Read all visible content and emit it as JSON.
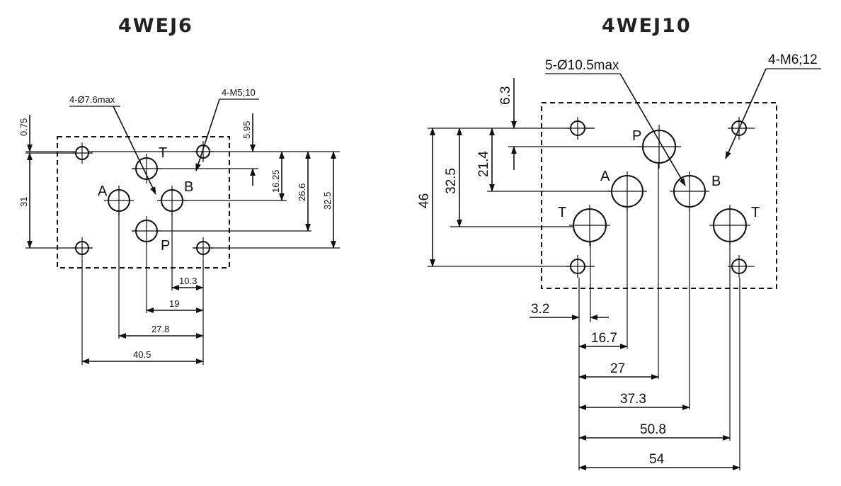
{
  "left": {
    "title": "4WEJ6",
    "ports": {
      "a": "A",
      "b": "B",
      "p": "P",
      "t": "T"
    },
    "callouts": {
      "holes": "4-Ø7.6max",
      "threads": "4-M5;10"
    },
    "dims": {
      "d075": "0.75",
      "d31": "31",
      "d595": "5.95",
      "d1625": "16.25",
      "d266": "26.6",
      "d325": "32.5",
      "d103": "10.3",
      "d19": "19",
      "d278": "27.8",
      "d405": "40.5"
    }
  },
  "right": {
    "title": "4WEJ10",
    "ports": {
      "p": "P",
      "a": "A",
      "b": "B",
      "t1": "T",
      "t2": "T"
    },
    "callouts": {
      "holes": "5-Ø10.5max",
      "threads": "4-M6;12"
    },
    "dims": {
      "d63": "6.3",
      "d214": "21.4",
      "d325": "32.5",
      "d46": "46",
      "d32": "3.2",
      "d167": "16.7",
      "d27": "27",
      "d373": "37.3",
      "d508": "50.8",
      "d54": "54"
    }
  }
}
